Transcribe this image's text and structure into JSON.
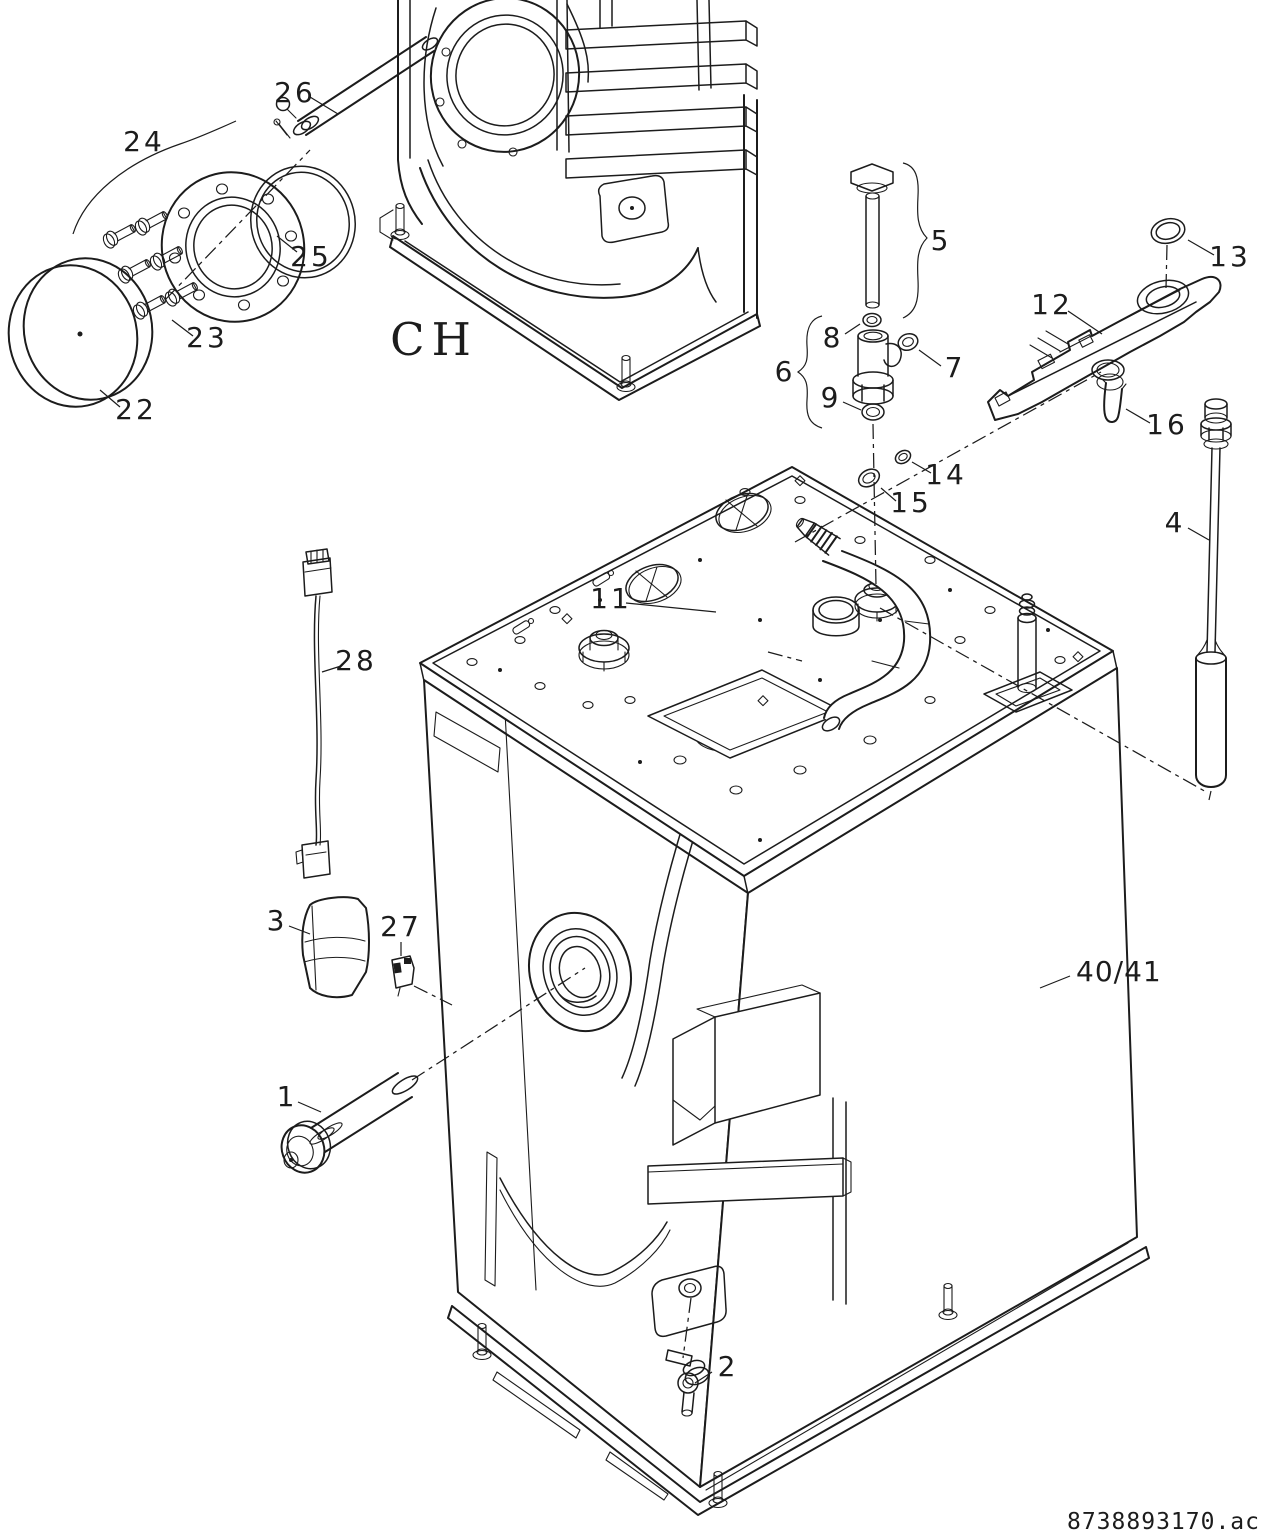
{
  "diagram": {
    "system_label": "CH",
    "drawing_code": "8738893170.ac",
    "callouts": {
      "c1": {
        "label": "1"
      },
      "c2": {
        "label": "2"
      },
      "c3": {
        "label": "3"
      },
      "c4": {
        "label": "4"
      },
      "c5": {
        "label": "5"
      },
      "c6": {
        "label": "6"
      },
      "c7": {
        "label": "7"
      },
      "c8": {
        "label": "8"
      },
      "c9": {
        "label": "9"
      },
      "c11": {
        "label": "11"
      },
      "c12": {
        "label": "12"
      },
      "c13": {
        "label": "13"
      },
      "c14": {
        "label": "14"
      },
      "c15": {
        "label": "15"
      },
      "c16": {
        "label": "16"
      },
      "c22": {
        "label": "22"
      },
      "c23": {
        "label": "23"
      },
      "c24": {
        "label": "24"
      },
      "c25": {
        "label": "25"
      },
      "c26": {
        "label": "26"
      },
      "c27": {
        "label": "27"
      },
      "c28": {
        "label": "28"
      },
      "c40_41": {
        "label": "40/41"
      }
    }
  }
}
